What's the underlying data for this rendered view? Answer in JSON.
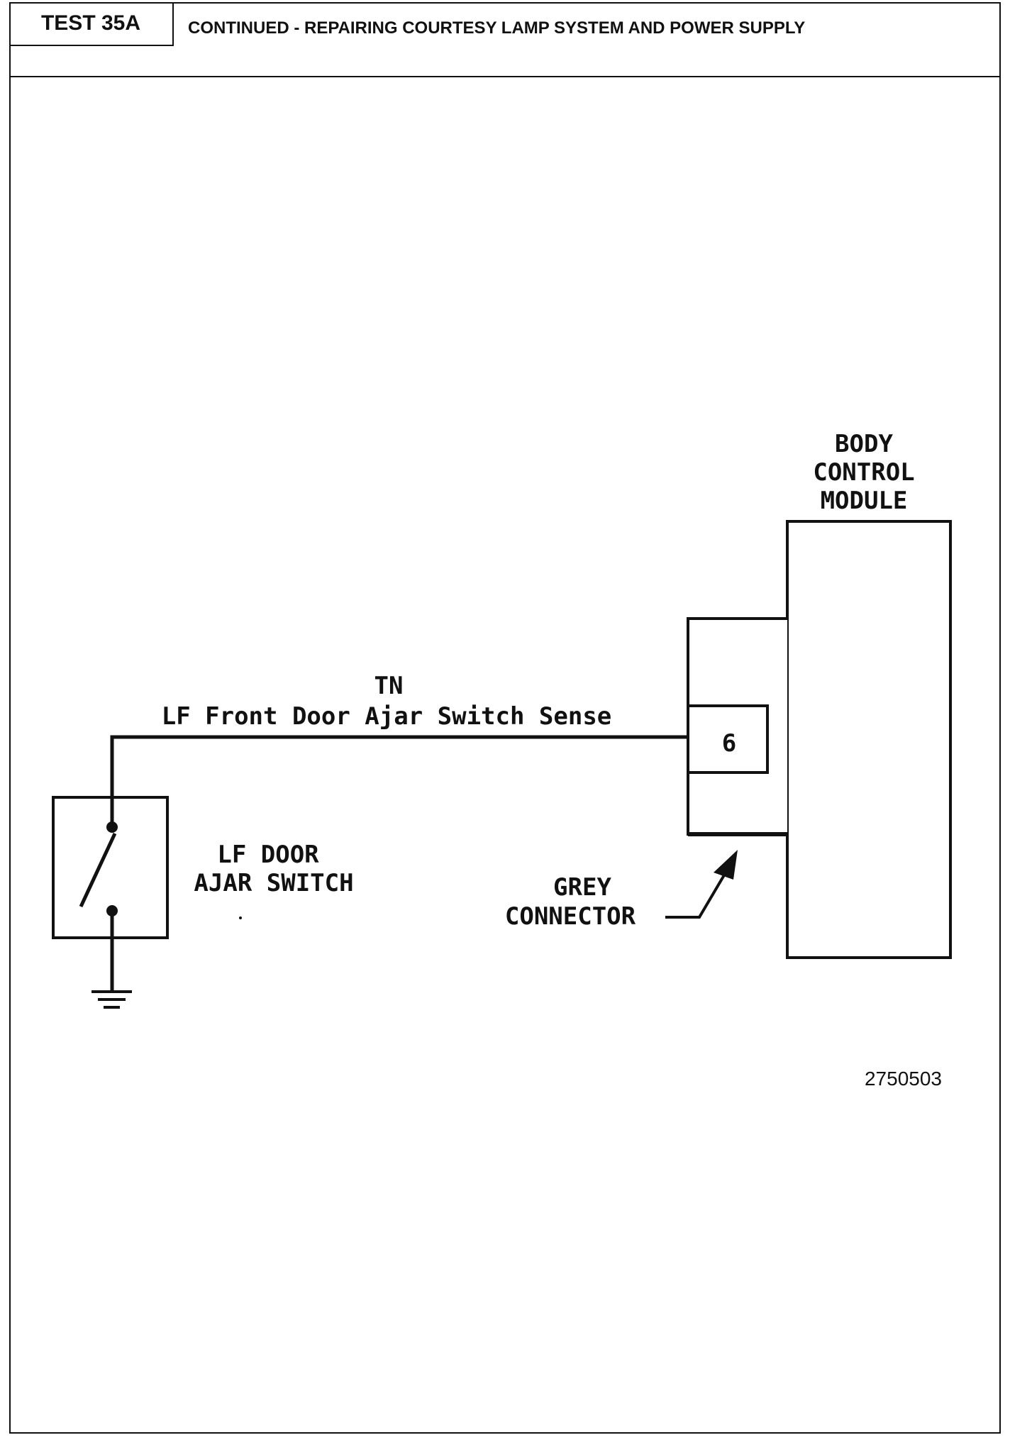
{
  "header": {
    "test_id": "TEST 35A",
    "title": "CONTINUED - REPAIRING COURTESY LAMP SYSTEM AND POWER SUPPLY"
  },
  "diagram": {
    "module_label": [
      "BODY",
      "CONTROL",
      "MODULE"
    ],
    "wire_color": "TN",
    "circuit_name": "LF Front Door Ajar Switch Sense",
    "pin_number": "6",
    "switch_label": [
      "LF DOOR",
      "AJAR SWITCH"
    ],
    "connector_label": [
      "GREY",
      "CONNECTOR"
    ],
    "figure_number": "2750503"
  }
}
